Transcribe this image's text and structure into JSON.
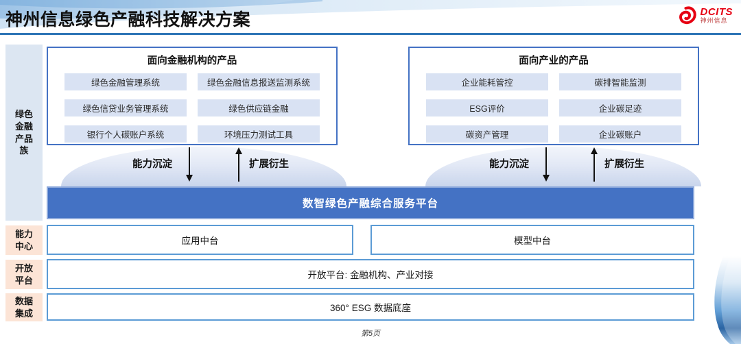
{
  "slide": {
    "title": "神州信息绿色产融科技解决方案",
    "page_footer": "第5页"
  },
  "logo": {
    "brand": "DCITS",
    "brand_cn": "神州信息",
    "color": "#e60012"
  },
  "sidebar": {
    "product_family": "绿色金融产品族",
    "capability_center": "能力中心",
    "open_platform": "开放平台",
    "data_integration": "数据集成"
  },
  "finance_products": {
    "title": "面向金融机构的产品",
    "items": [
      "绿色金融管理系统",
      "绿色金融信息报送监测系统",
      "绿色信贷业务管理系统",
      "绿色供应链金融",
      "银行个人碳账户系统",
      "环境压力测试工具"
    ]
  },
  "industry_products": {
    "title": "面向产业的产品",
    "items": [
      "企业能耗管控",
      "碳排智能监测",
      "ESG评价",
      "企业碳足迹",
      "碳资产管理",
      "企业碳账户"
    ]
  },
  "flows": {
    "sink_label": "能力沉淀",
    "derive_label": "扩展衍生"
  },
  "platform": {
    "label": "数智绿色产融综合服务平台"
  },
  "middle_layer": {
    "app": "应用中台",
    "model": "模型中台"
  },
  "open_layer": {
    "label": "开放平台: 金融机构、产业对接"
  },
  "data_layer": {
    "label": "360° ESG 数据底座"
  },
  "colors": {
    "platform_blue": "#4472c4",
    "row_border_blue": "#5b9bd5",
    "item_bg": "#d9e2f3",
    "sidebar_blue": "#dce6f2",
    "sidebar_peach": "#fce4d6",
    "header_line": "#2e75b6",
    "logo_red": "#e60012"
  }
}
